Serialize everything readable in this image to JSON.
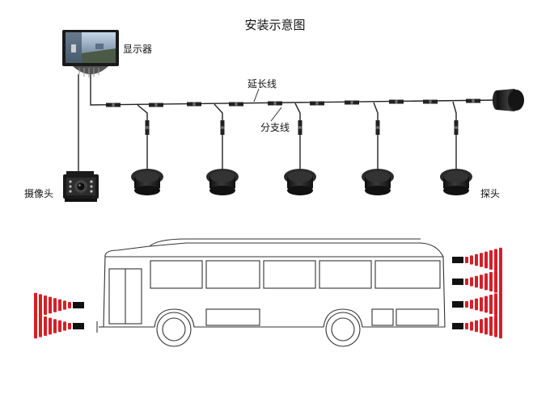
{
  "title": "安装示意图",
  "labels": {
    "monitor": "显示器",
    "extension_cable": "延长线",
    "branch_cable": "分支线",
    "camera": "摄像头",
    "probe": "探头"
  },
  "colors": {
    "wire": "#222222",
    "sensor": "#1c1c1c",
    "signal": "#d42027",
    "outline": "#333333"
  },
  "icons": {
    "monitor": "monitor-icon",
    "camera": "camera-icon",
    "sensor": "parking-sensor-icon",
    "bus": "bus-outline-icon",
    "signal": "radar-wave-icon"
  },
  "sensor_count": 6,
  "bus_signals": {
    "front": 2,
    "rear": 4
  }
}
